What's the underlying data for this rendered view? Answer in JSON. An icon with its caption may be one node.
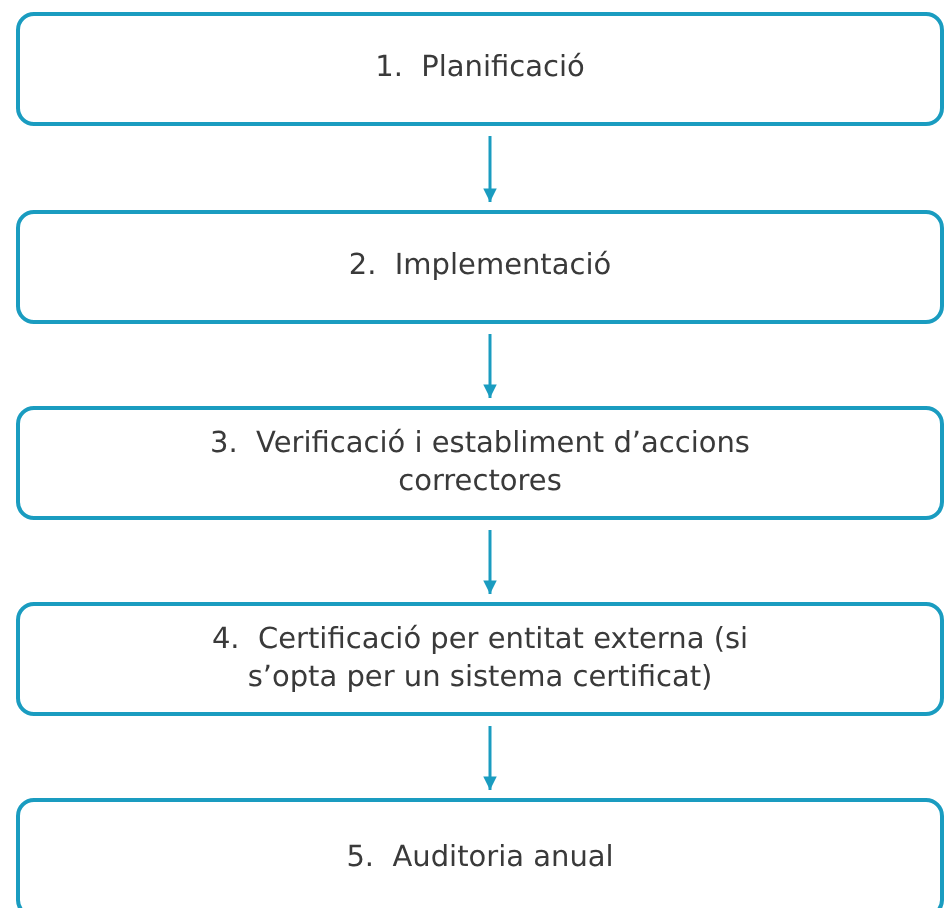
{
  "diagram": {
    "nodes": [
      {
        "text": [
          "1.  Planificació"
        ]
      },
      {
        "text": [
          "2.  Implementació"
        ]
      },
      {
        "text": [
          "3.  Verificació i establiment d’accions correctores"
        ]
      },
      {
        "text": [
          "4.  Certificació per entitat externa (si s’opta per un sistema certificat)"
        ]
      },
      {
        "text": [
          "5.  Auditoria anual"
        ]
      }
    ],
    "edges": [
      {
        "from": 0,
        "to": 1,
        "arrow": "to"
      },
      {
        "from": 1,
        "to": 2,
        "arrow": "to"
      },
      {
        "from": 2,
        "to": 3,
        "arrow": "to"
      },
      {
        "from": 3,
        "to": 4,
        "arrow": "to"
      }
    ]
  }
}
